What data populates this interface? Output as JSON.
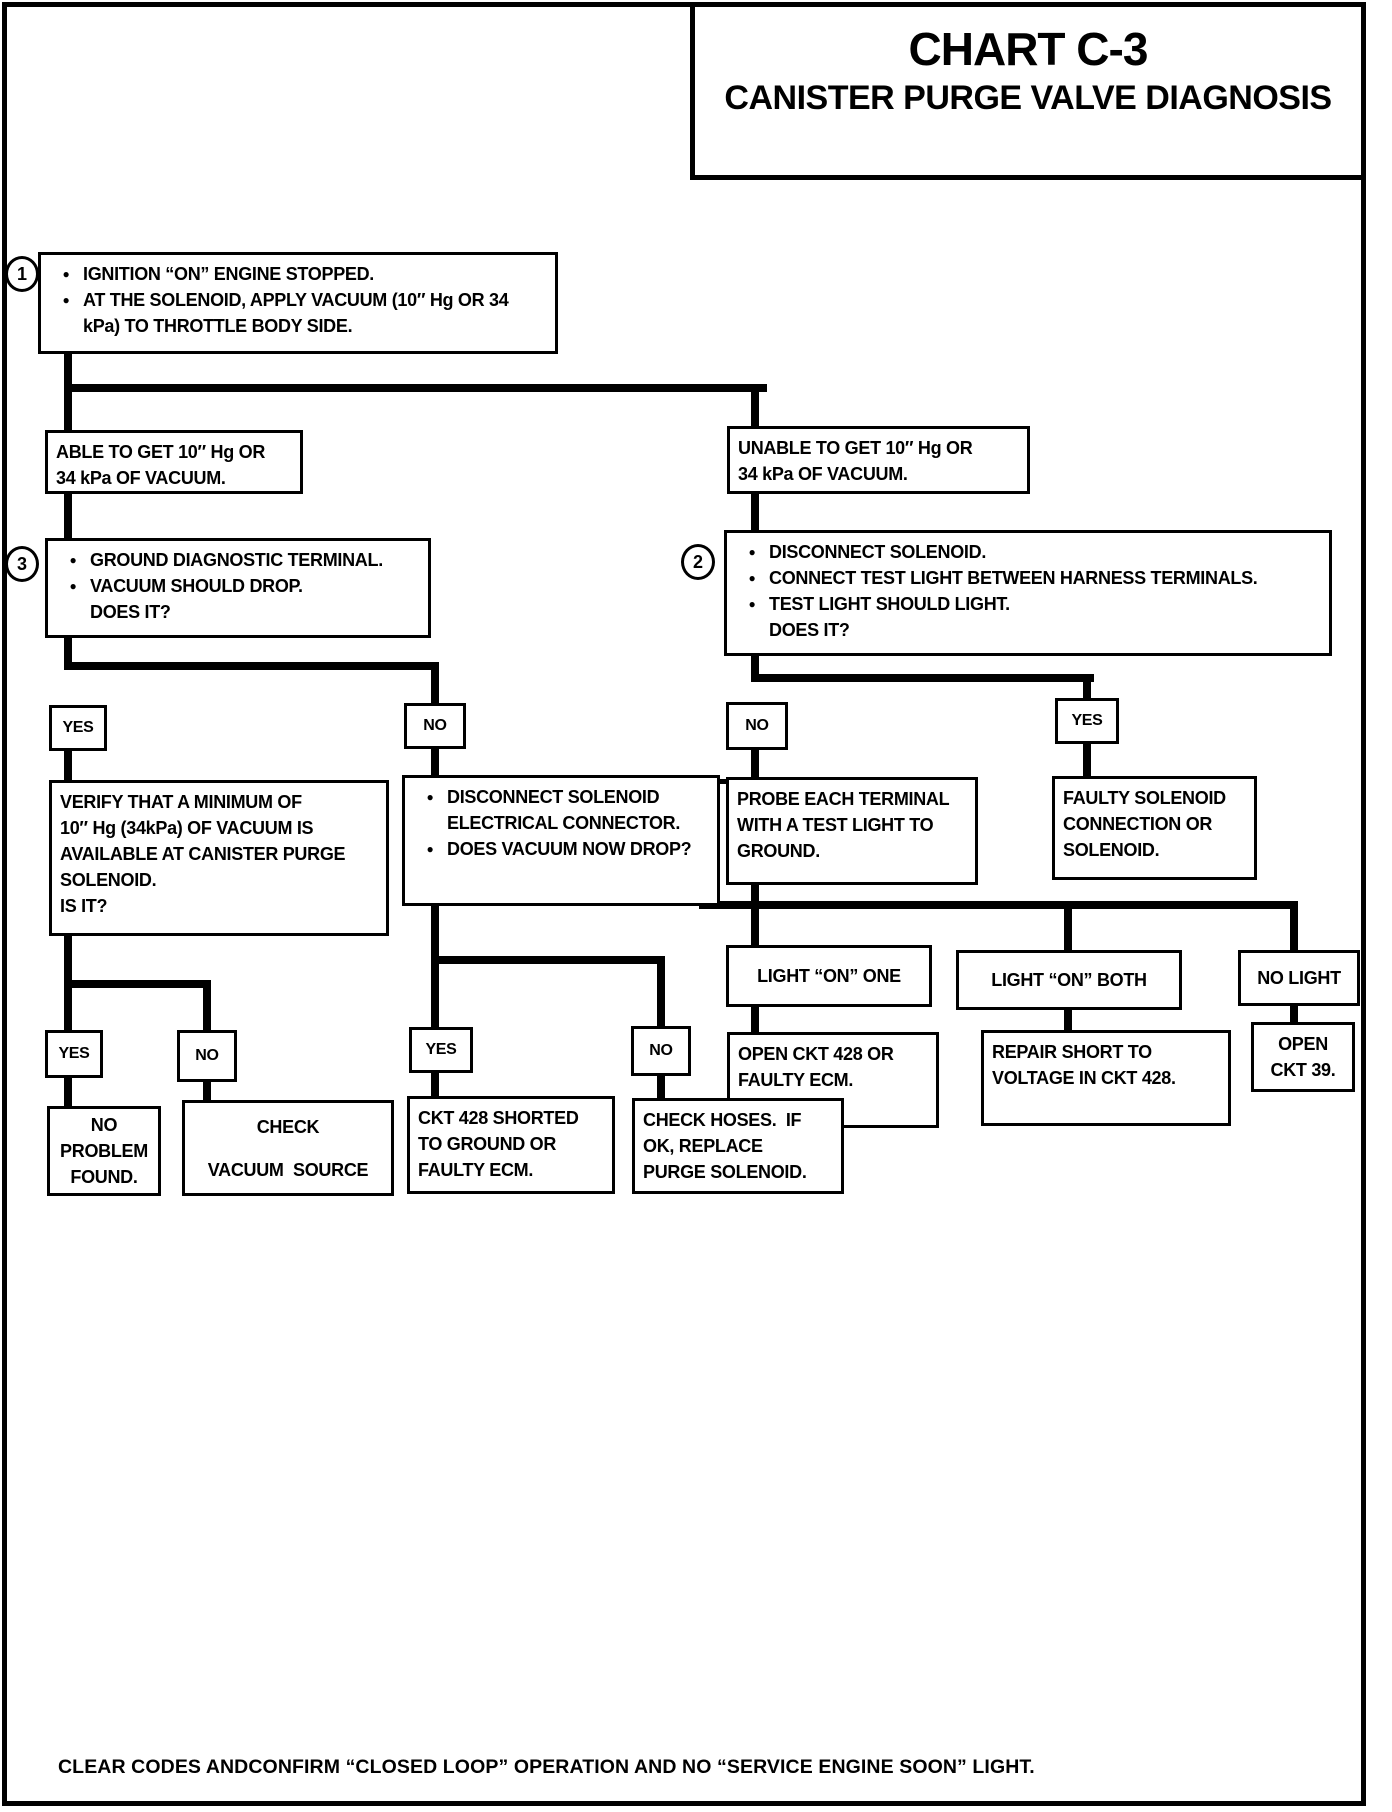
{
  "title": {
    "line1": "CHART C-3",
    "line2": "CANISTER PURGE VALVE DIAGNOSIS"
  },
  "labels": {
    "yes": "YES",
    "no": "NO"
  },
  "colors": {
    "ink": "#000000",
    "paper": "#ffffff"
  },
  "footer": "CLEAR CODES ANDCONFIRM “CLOSED LOOP” OPERATION AND NO “SERVICE ENGINE SOON” LIGHT.",
  "nodes": {
    "step1": {
      "number": "1",
      "bullets": [
        "IGNITION “ON” ENGINE STOPPED.",
        "AT THE SOLENOID, APPLY VACUUM (10″ Hg OR 34 kPa) TO THROTTLE BODY SIDE."
      ]
    },
    "able": {
      "lines": [
        "ABLE TO GET 10″ Hg OR",
        "34 kPa OF VACUUM."
      ]
    },
    "unable": {
      "lines": [
        "UNABLE TO GET 10″ Hg OR",
        "34 kPa OF VACUUM."
      ]
    },
    "step3": {
      "number": "3",
      "bullets": [
        "GROUND DIAGNOSTIC TERMINAL.",
        "VACUUM SHOULD DROP."
      ],
      "question": "DOES IT?"
    },
    "step2": {
      "number": "2",
      "bullets": [
        "DISCONNECT SOLENOID.",
        "CONNECT TEST LIGHT BETWEEN HARNESS TERMINALS.",
        "TEST LIGHT SHOULD LIGHT."
      ],
      "question": "DOES IT?"
    },
    "verify": {
      "lines": [
        "VERIFY THAT A MINIMUM OF",
        "10″ Hg (34kPa) OF VACUUM IS",
        "AVAILABLE AT CANISTER PURGE",
        "SOLENOID.",
        "IS IT?"
      ]
    },
    "disconnect_connector": {
      "bullets": [
        "DISCONNECT SOLENOID ELECTRICAL CONNECTOR.",
        "DOES VACUUM NOW DROP?"
      ]
    },
    "probe": {
      "lines": [
        "PROBE EACH TERMINAL",
        "WITH A TEST LIGHT TO",
        "GROUND."
      ]
    },
    "faulty": {
      "lines": [
        "FAULTY SOLENOID",
        "CONNECTION OR",
        "SOLENOID."
      ]
    },
    "light_one": {
      "label": "LIGHT “ON” ONE"
    },
    "light_both": {
      "label": "LIGHT “ON” BOTH"
    },
    "no_light": {
      "label": "NO LIGHT"
    },
    "open_ckt428": {
      "lines": [
        "OPEN CKT 428 OR",
        "FAULTY ECM."
      ]
    },
    "repair_short": {
      "lines": [
        "REPAIR SHORT TO",
        "VOLTAGE IN CKT 428."
      ]
    },
    "open_ckt39": {
      "lines": [
        "OPEN",
        "CKT 39."
      ]
    },
    "no_problem": {
      "lines": [
        "NO",
        "PROBLEM",
        "FOUND."
      ]
    },
    "check_vacuum": {
      "lines": [
        "CHECK",
        "VACUUM  SOURCE"
      ]
    },
    "ckt428_shorted": {
      "lines": [
        "CKT 428 SHORTED",
        "TO GROUND OR",
        "FAULTY ECM."
      ]
    },
    "check_hoses": {
      "lines": [
        "CHECK HOSES.  IF",
        "OK, REPLACE",
        "PURGE SOLENOID."
      ]
    }
  }
}
